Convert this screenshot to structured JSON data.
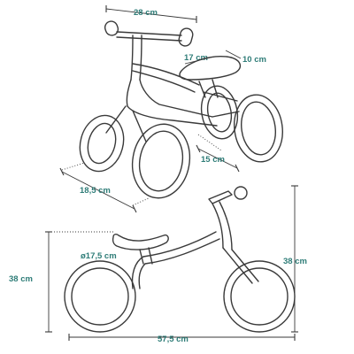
{
  "diagram": {
    "product": "balance bike",
    "line_color": "#3a3a3a",
    "label_color": "#2f7d78",
    "dimensions": {
      "handlebar_width": "28 cm",
      "seat_length": "17 cm",
      "seat_width": "10 cm",
      "rear_axle_width": "15 cm",
      "front_axle_width": "18,5 cm",
      "wheel_diameter": "ø17,5 cm",
      "seat_height": "38 cm",
      "total_height": "38 cm",
      "total_length": "57,5 cm"
    }
  }
}
